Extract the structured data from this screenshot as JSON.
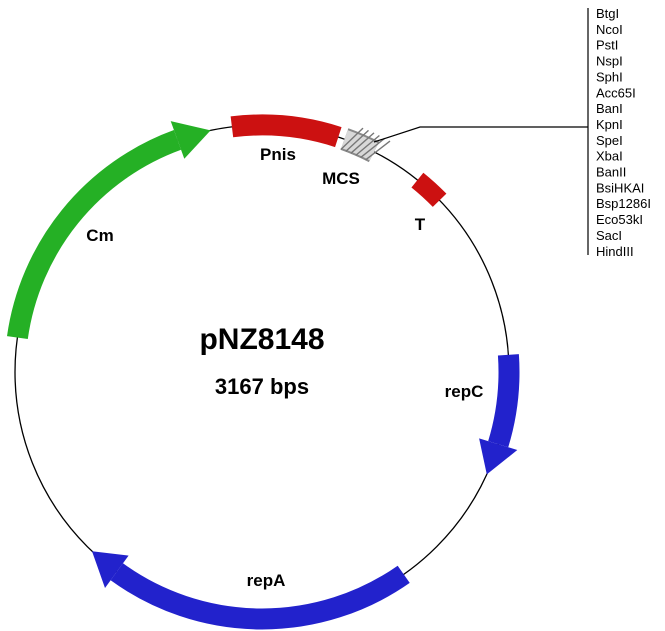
{
  "plasmid": {
    "name": "pNZ8148",
    "size": "3167 bps"
  },
  "features": {
    "cm": {
      "label": "Cm",
      "color": "#25b025"
    },
    "pnis": {
      "label": "Pnis",
      "color": "#cc1111"
    },
    "mcs": {
      "label": "MCS",
      "fill": "#d8d8d8",
      "border": "#8a8a8a",
      "hatch": "#777777"
    },
    "t": {
      "label": "T",
      "color": "#cc1111"
    },
    "repC": {
      "label": "repC",
      "color": "#2222cc"
    },
    "repA": {
      "label": "repA",
      "color": "#2222cc"
    }
  },
  "backbone": {
    "color": "#000000"
  },
  "restriction_sites": {
    "items": [
      "BtgI",
      "NcoI",
      "PstI",
      "NspI",
      "SphI",
      "Acc65I",
      "BanI",
      "KpnI",
      "SpeI",
      "XbaI",
      "BanII",
      "BsiHKAI",
      "Bsp1286I",
      "Eco53kI",
      "SacI",
      "HindIII"
    ]
  }
}
